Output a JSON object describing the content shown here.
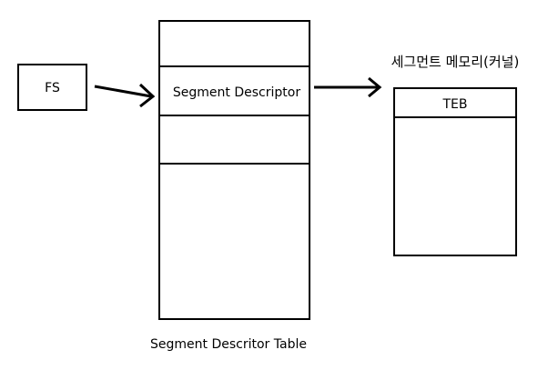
{
  "fs_box": {
    "label": "FS"
  },
  "descriptor_table": {
    "entry_label": "Segment Descriptor",
    "caption": "Segment Descritor Table"
  },
  "segment_memory": {
    "title": "세그먼트 메모리(커널)",
    "header_label": "TEB"
  },
  "colors": {
    "stroke": "#000000",
    "background": "#ffffff"
  }
}
